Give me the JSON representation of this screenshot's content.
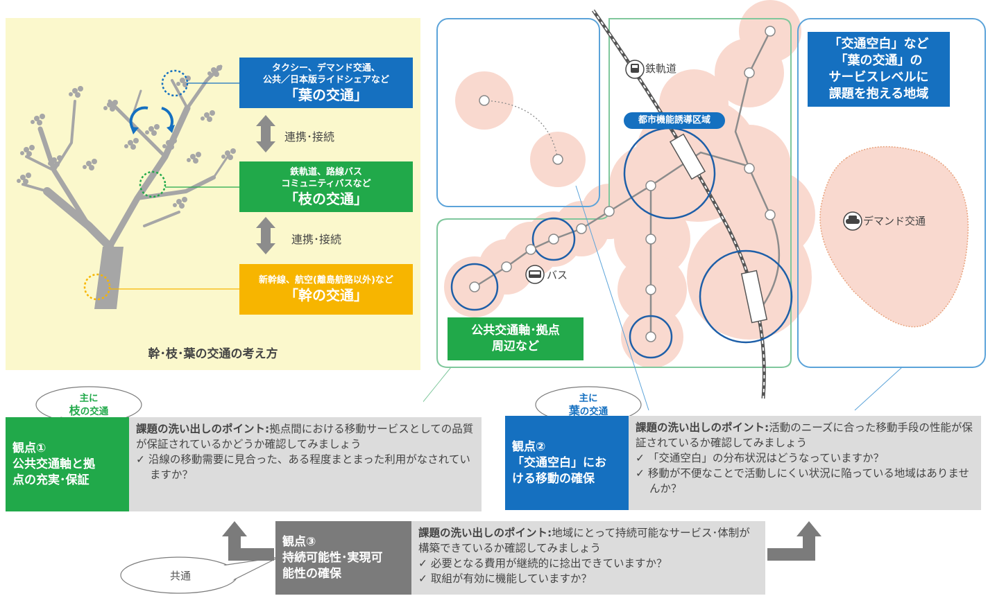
{
  "tree": {
    "leaf_small": "タクシー、デマンド交通、\n公共／日本版ライドシェアなど",
    "leaf_big": "「葉の交通」",
    "branch_small": "鉄軌道、路線バス\nコミュニティバスなど",
    "branch_big": "「枝の交通」",
    "trunk_small": "新幹線、航空(離島航路以外)など",
    "trunk_big": "「幹の交通」",
    "link1": "連携･接続",
    "link2": "連携･接続",
    "caption": "幹･枝･葉の交通の考え方"
  },
  "map": {
    "railway_label": "鉄軌道",
    "bus_label": "バス",
    "zone_badge": "都市機能誘導区域",
    "demand_label": "デマンド交通",
    "gap_label": "「交通空白」など\n「葉の交通」の\nサービスレベルに\n課題を抱える地域",
    "transit_label": "公共交通軸･拠点\n周辺など"
  },
  "viewpoints": {
    "vp1": {
      "bubble_line1": "主に",
      "bubble_line2": "枝",
      "bubble_suffix": "の交通",
      "title": "観点①\n公共交通軸と拠\n点の充実･保証",
      "desc_heading": "課題の洗い出しのポイント:",
      "desc_text": "拠点間における移動サービスとしての品質が保証されているかどうか確認してみましょう",
      "items": [
        "✓ 沿線の移動需要に見合った、ある程度まとまった利用がなされていますか？"
      ]
    },
    "vp2": {
      "bubble_line1": "主に",
      "bubble_line2": "葉",
      "bubble_suffix": "の交通",
      "title": "観点②\n「交通空白」にお\nける移動の確保",
      "desc_heading": "課題の洗い出しのポイント:",
      "desc_text": "活動のニーズに合った移動手段の性能が保証されているか確認してみましょう",
      "items": [
        "✓ 「交通空白」の分布状況はどうなっていますか？",
        "✓ 移動が不便なことで活動しにくい状況に陥っている地域はありませんか？"
      ]
    },
    "vp3": {
      "bubble": "共通",
      "title": "観点③\n持続可能性･実現可\n能性の確保",
      "desc_heading": "課題の洗い出しのポイント:",
      "desc_text": "地域にとって持続可能なサービス･体制が構築できているか確認してみましょう",
      "items": [
        "✓ 必要となる費用が継続的に捻出できていますか？",
        "✓ 取組が有効に機能していますか？"
      ]
    }
  },
  "colors": {
    "leaf_blue": "#1570c0",
    "branch_green": "#21a94a",
    "trunk_yellow": "#f7b500",
    "common_gray": "#7b7b7b",
    "coverage_pink": "#f9d9cf"
  }
}
